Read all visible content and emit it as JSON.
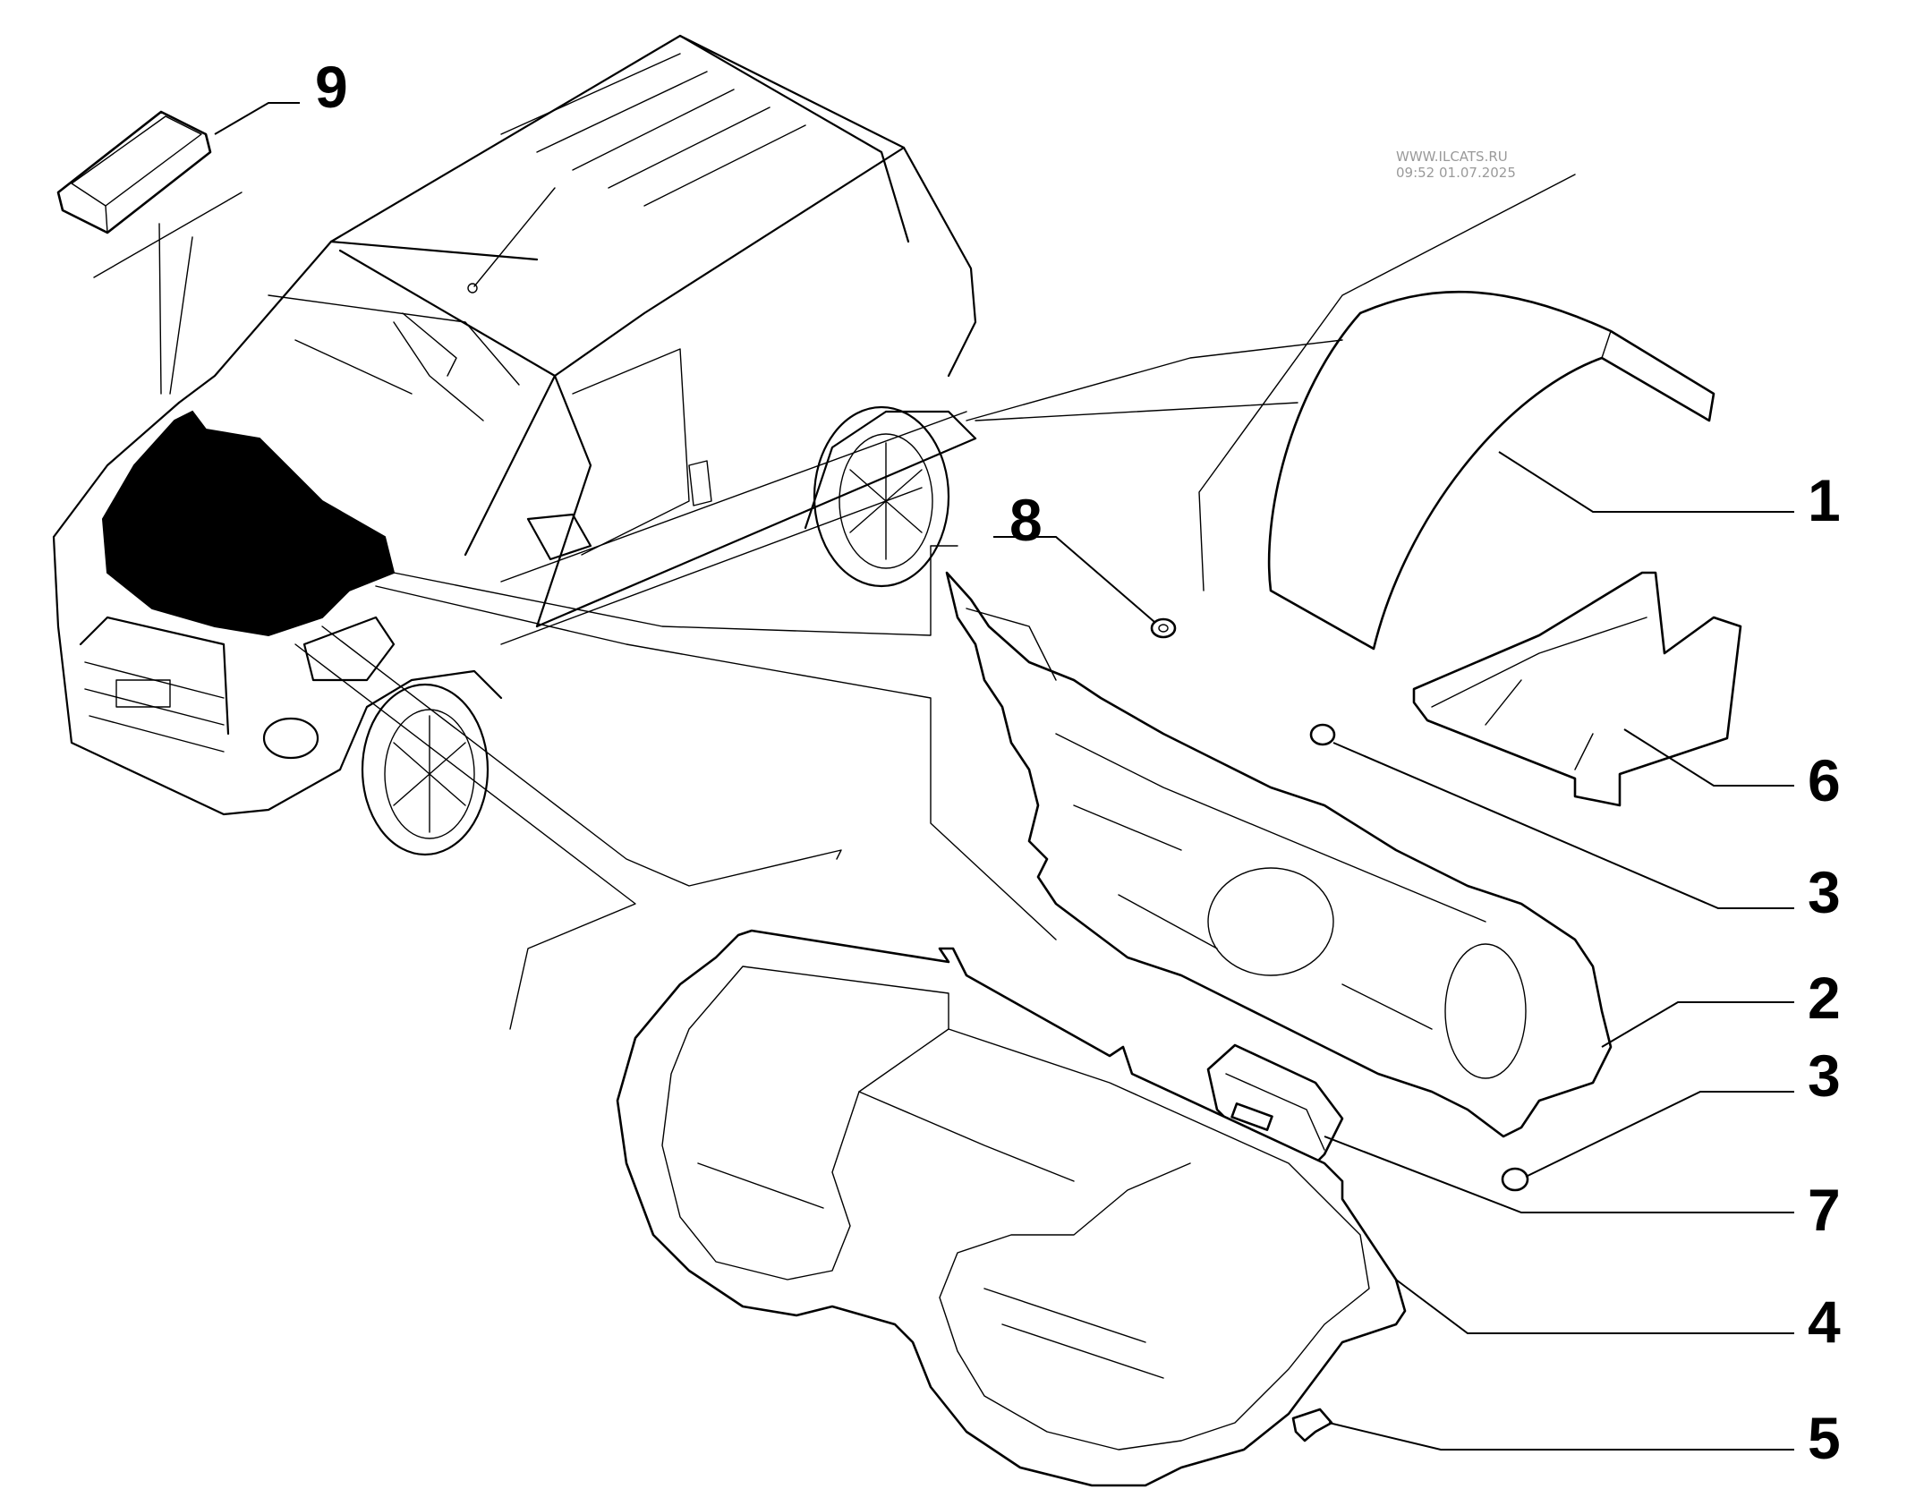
{
  "watermark": {
    "line1": "WWW.ILCATS.RU",
    "line2": "09:52 01.07.2025"
  },
  "callouts": [
    {
      "id": "1",
      "label": "1"
    },
    {
      "id": "2",
      "label": "2"
    },
    {
      "id": "3a",
      "label": "3"
    },
    {
      "id": "3b",
      "label": "3"
    },
    {
      "id": "4",
      "label": "4"
    },
    {
      "id": "5",
      "label": "5"
    },
    {
      "id": "6",
      "label": "6"
    },
    {
      "id": "7",
      "label": "7"
    },
    {
      "id": "8",
      "label": "8"
    },
    {
      "id": "9",
      "label": "9"
    }
  ],
  "colors": {
    "ink": "#000000",
    "paper": "#ffffff",
    "watermark": "#9a9a9a"
  }
}
